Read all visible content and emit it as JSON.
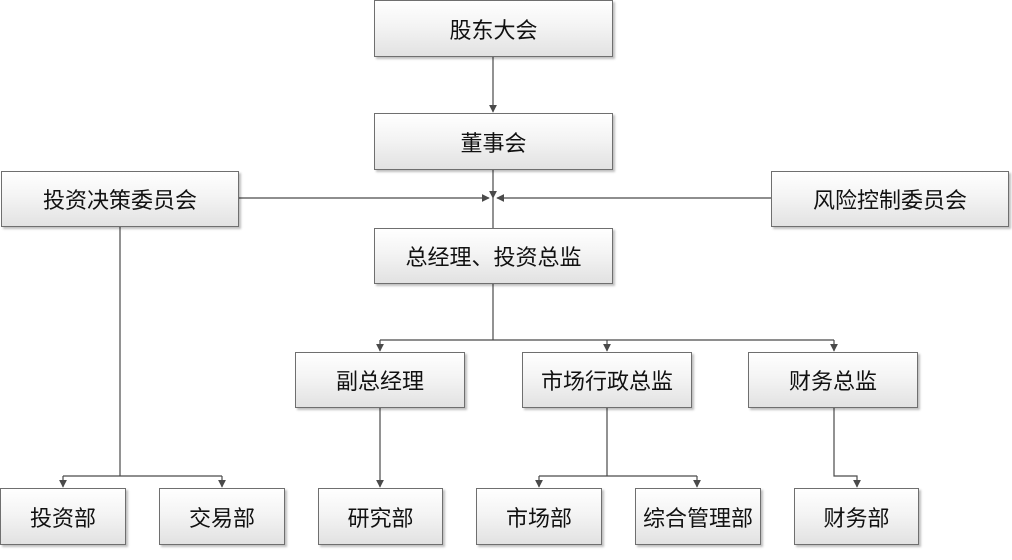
{
  "org_chart": {
    "nodes": {
      "shareholders_meeting": "股东大会",
      "board": "董事会",
      "investment_committee": "投资决策委员会",
      "risk_committee": "风险控制委员会",
      "gm_cio": "总经理、投资总监",
      "deputy_gm": "副总经理",
      "market_admin_director": "市场行政总监",
      "finance_director": "财务总监",
      "investment_dept": "投资部",
      "trading_dept": "交易部",
      "research_dept": "研究部",
      "market_dept": "市场部",
      "general_mgmt_dept": "综合管理部",
      "finance_dept": "财务部"
    }
  },
  "colors": {
    "line": "#4a4a4a",
    "box_border": "#6f6f6f",
    "box_top": "#ffffff",
    "box_bottom": "#e2e2e2"
  }
}
